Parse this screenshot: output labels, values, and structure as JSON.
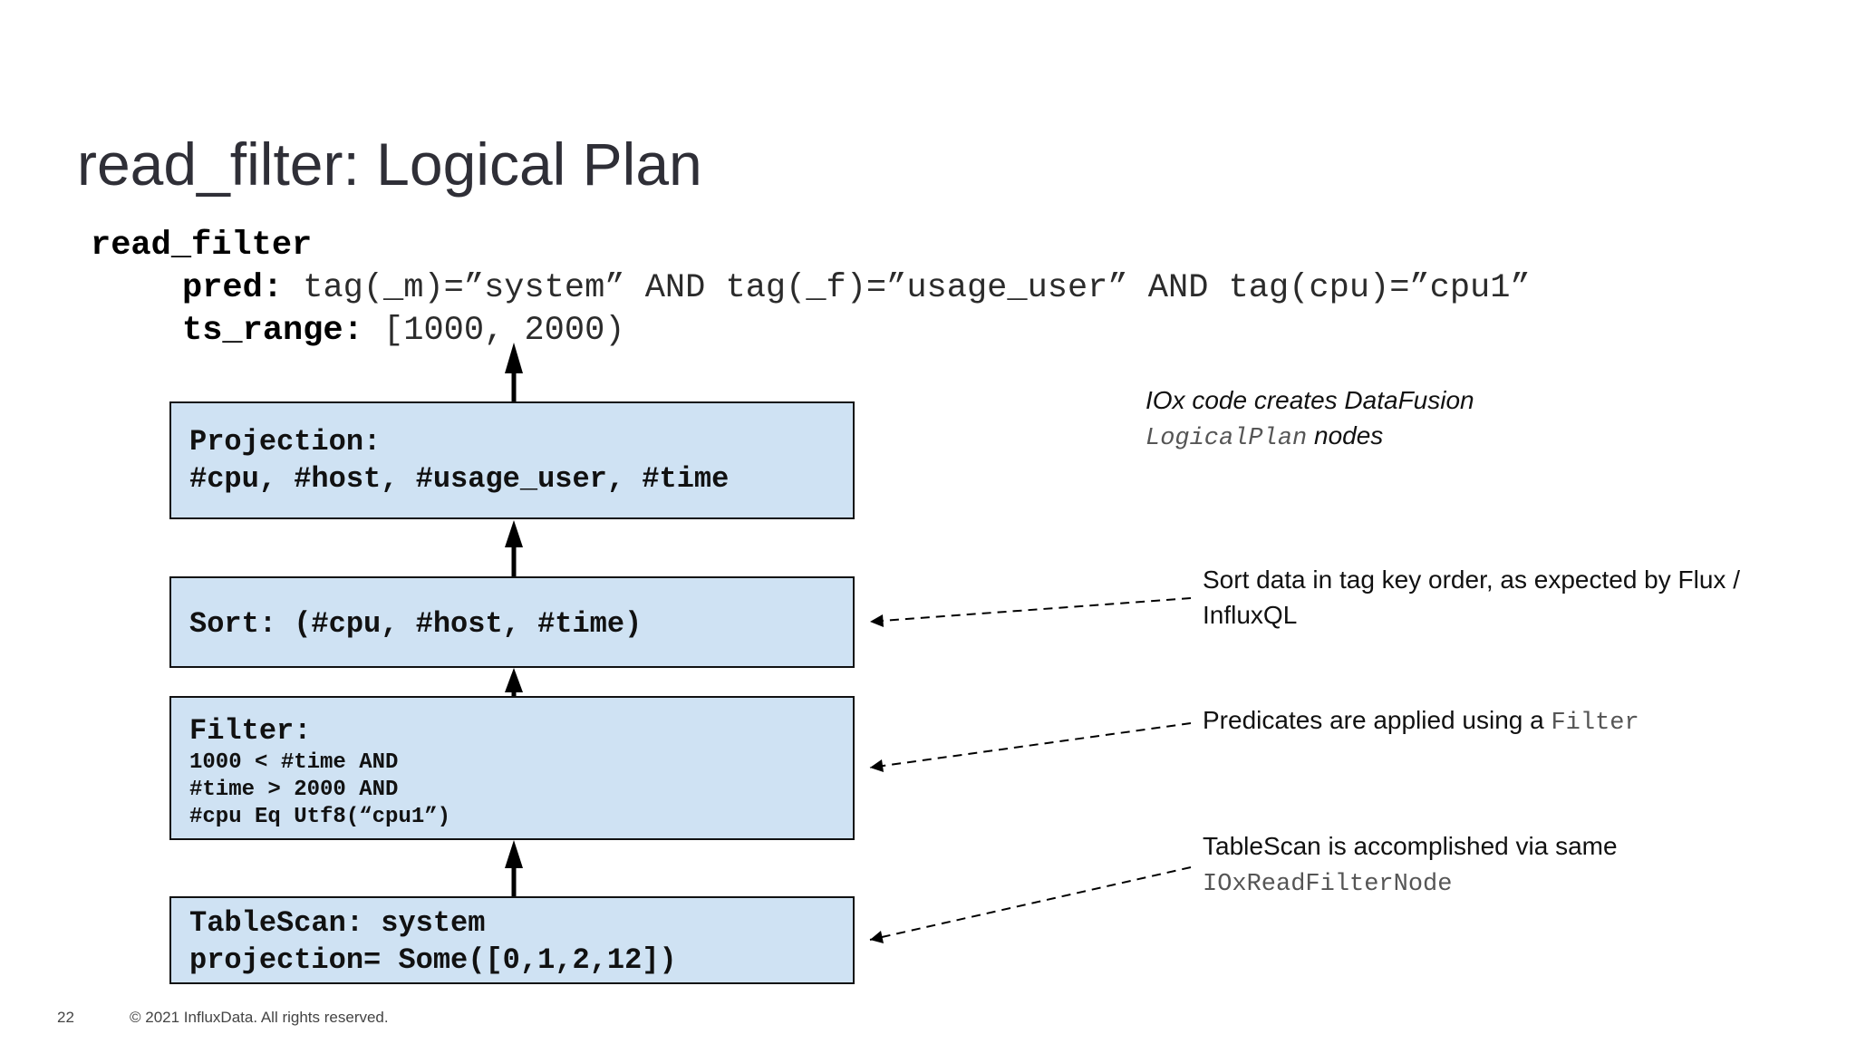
{
  "slide": {
    "title": "read_filter: Logical Plan",
    "page_number": "22",
    "copyright": "© 2021 InfluxData. All rights reserved."
  },
  "request": {
    "name": "read_filter",
    "pred_key": "pred:",
    "pred_value": " tag(_m)=”system” AND tag(_f)=”usage_user” AND tag(cpu)=”cpu1”",
    "ts_range_key": "ts_range:",
    "ts_range_value": " [1000, 2000)"
  },
  "nodes": {
    "projection": {
      "line1": "Projection:",
      "line2": "#cpu, #host, #usage_user, #time"
    },
    "sort": {
      "line1": "Sort: (#cpu, #host, #time)"
    },
    "filter": {
      "line1": "Filter:",
      "line2": "1000 < #time AND",
      "line3": "#time > 2000 AND",
      "line4": "#cpu Eq Utf8(“cpu1”)"
    },
    "tablescan": {
      "line1": "TableScan: system",
      "line2": "projection= Some([0,1,2,12])"
    }
  },
  "notes": {
    "datafusion": {
      "line1": "IOx code creates DataFusion",
      "mono": "LogicalPlan",
      "line2_rest": " nodes"
    },
    "sort": {
      "line1": "Sort data in tag key order, as expected by Flux /",
      "line2": "InfluxQL"
    },
    "filter": {
      "text": "Predicates are applied using a ",
      "mono": "Filter"
    },
    "tablescan": {
      "line1": "TableScan is accomplished via same",
      "mono": "IOxReadFilterNode"
    }
  }
}
